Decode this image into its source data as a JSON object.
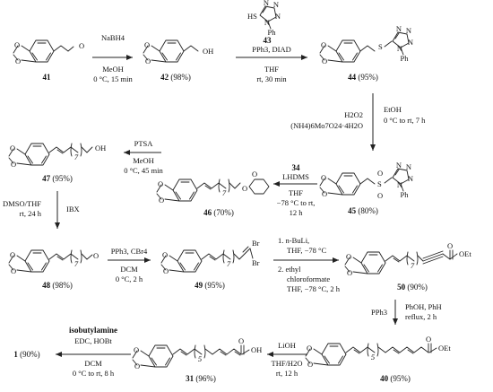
{
  "compounds": {
    "c41": {
      "num": "41",
      "yield": ""
    },
    "c42": {
      "num": "42",
      "yield": " (98%)"
    },
    "c43": {
      "num": "43"
    },
    "c44": {
      "num": "44",
      "yield": " (95%)"
    },
    "c45": {
      "num": "45",
      "yield": " (80%)"
    },
    "c46": {
      "num": "46",
      "yield": " (70%)"
    },
    "c47": {
      "num": "47",
      "yield": " (95%)"
    },
    "c48": {
      "num": "48",
      "yield": " (98%)"
    },
    "c49": {
      "num": "49",
      "yield": " (95%)"
    },
    "c50": {
      "num": "50",
      "yield": " (90%)"
    },
    "c40": {
      "num": "40",
      "yield": " (95%)"
    },
    "c31": {
      "num": "31",
      "yield": " (96%)"
    },
    "c1": {
      "num": "1",
      "yield": " (90%)"
    }
  },
  "atoms": {
    "H": "H",
    "O": "O",
    "OH": "OH",
    "S": "S",
    "SO2": "S",
    "HS": "HS",
    "N": "N",
    "Ph": "Ph",
    "Br": "Br",
    "OEt": "OEt",
    "sub7": "7",
    "sub5": "5"
  },
  "steps": [
    {
      "id": "s1",
      "lines": [
        "NaBH4",
        "MeOH",
        "0 °C, 15 min"
      ]
    },
    {
      "id": "s2",
      "lines": [
        "PPh3, DIAD",
        "THF",
        "rt, 30 min"
      ]
    },
    {
      "id": "s3",
      "lines": [
        "EtOH",
        "0 °C to rt, 7 h",
        "H2O2",
        "(NH4)6Mo7O24·4H2O"
      ]
    },
    {
      "id": "s4",
      "lines": [
        "34",
        "LHDMS",
        "THF",
        "−78 °C to rt,",
        "12 h"
      ]
    },
    {
      "id": "s5",
      "lines": [
        "PTSA",
        "MeOH",
        "0 °C, 45 min"
      ]
    },
    {
      "id": "s6",
      "lines": [
        "DMSO/THF",
        "rt, 24 h",
        "IBX"
      ]
    },
    {
      "id": "s7",
      "lines": [
        "PPh3, CBr4",
        "DCM",
        "0 °C, 2 h"
      ]
    },
    {
      "id": "s8",
      "lines": [
        "1. n-BuLi,",
        "THF, −78 °C",
        "2. ethyl",
        "chloroformate",
        "THF, −78 °C, 2 h"
      ]
    },
    {
      "id": "s9",
      "lines": [
        "PPh3",
        "PhOH, PhH",
        "reflux, 2 h"
      ]
    },
    {
      "id": "s10",
      "lines": [
        "LiOH",
        "THF/H2O",
        "rt, 12 h"
      ]
    },
    {
      "id": "s11",
      "lines": [
        "isobutylamine",
        "EDC, HOBt",
        "DCM",
        "0 °C to rt, 8 h"
      ]
    }
  ]
}
